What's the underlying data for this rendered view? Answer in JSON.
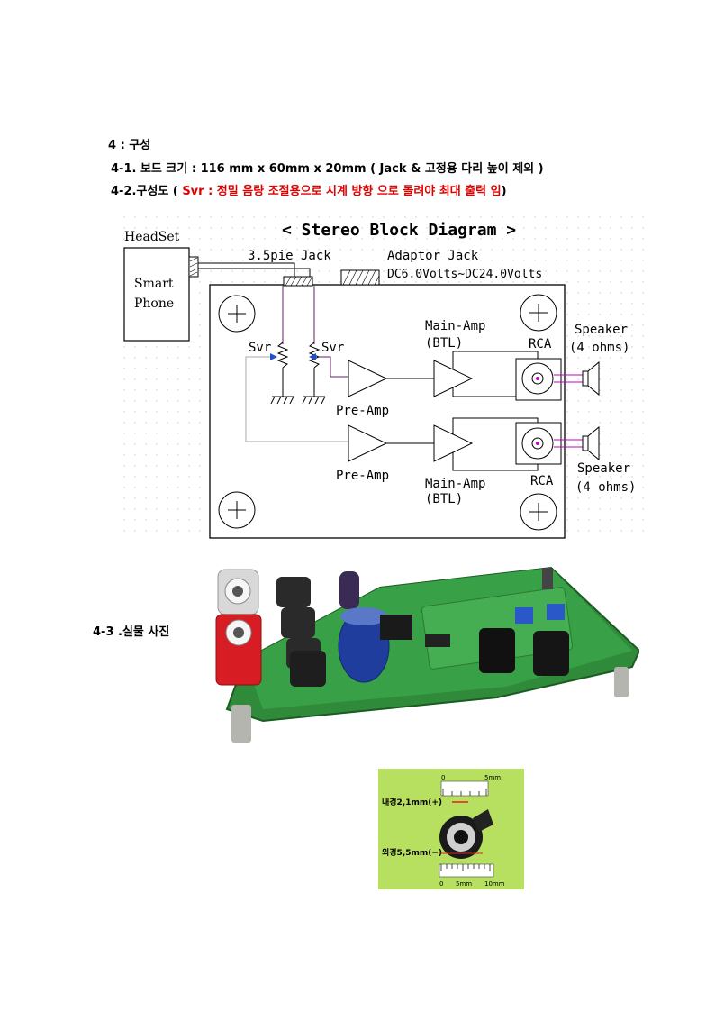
{
  "headings": {
    "section": "4 : 구성",
    "board_size": "4-1. 보드 크기 : 116 mm x 60mm x 20mm ( Jack & 고정용 다리 높이 제외 )",
    "layout_prefix": "4-2.구성도 ( ",
    "layout_note": "Svr : 정밀 음량 조절용으로 시계 방향 으로 돌려야 최대 출력 임",
    "layout_suffix": ")",
    "photo": "4-3 .실물 사진"
  },
  "diagram": {
    "title": "< Stereo Block Diagram >",
    "headset": "HeadSet",
    "phone_line1": "Smart",
    "phone_line2": "Phone",
    "jack_35": "3.5pie Jack",
    "adaptor_jack": "Adaptor Jack",
    "voltage": "DC6.0Volts~DC24.0Volts",
    "svr_left": "Svr",
    "svr_right": "Svr",
    "main_amp_top": "Main-Amp",
    "btl_top": "(BTL)",
    "rca_top": "RCA",
    "speaker_top": "Speaker",
    "ohms_top": "(4 ohms)",
    "pre_amp_top": "Pre-Amp",
    "pre_amp_bottom": "Pre-Amp",
    "main_amp_bottom": "Main-Amp",
    "btl_bottom": "(BTL)",
    "rca_bottom": "RCA",
    "speaker_bottom": "Speaker",
    "ohms_bottom": "(4 ohms)"
  },
  "jack_photo": {
    "scale_top_0": "0",
    "scale_top_5": "5mm",
    "inner_label": "내경2,1mm(+)",
    "outer_label": "외경5,5mm(−)",
    "scale_bottom_0": "0",
    "scale_bottom_5": "5mm",
    "scale_bottom_10": "10mm"
  }
}
